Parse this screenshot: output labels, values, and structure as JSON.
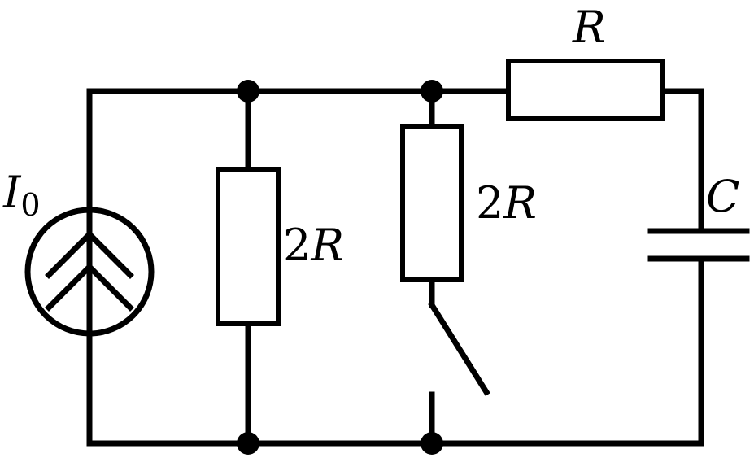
{
  "labels": {
    "source_letter": "I",
    "source_subscript": "0",
    "resistor_top": "R",
    "resistor_left_num": "2",
    "resistor_left_letter": "R",
    "resistor_mid_num": "2",
    "resistor_mid_letter": "R",
    "capacitor": "C"
  }
}
